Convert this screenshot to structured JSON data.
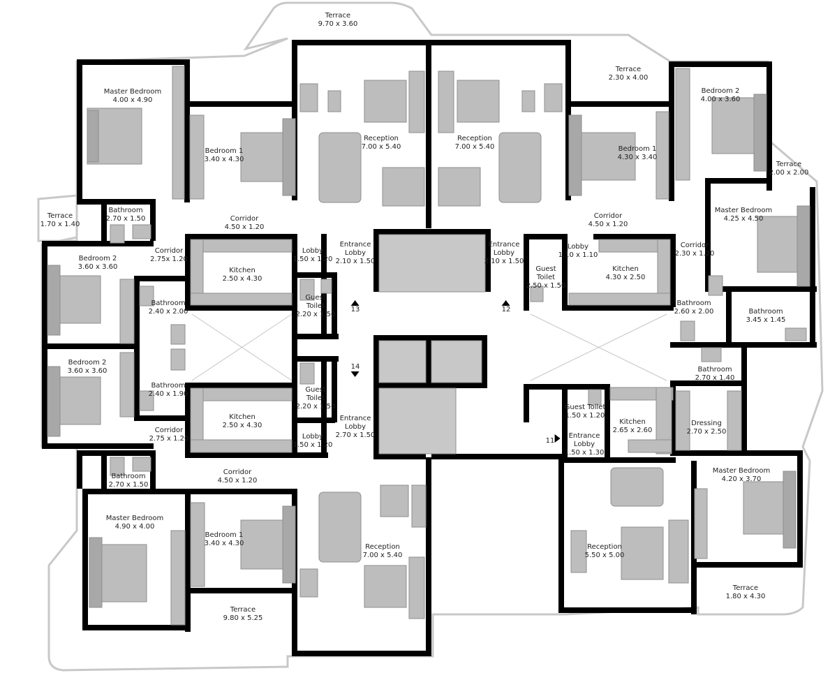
{
  "colors": {
    "wall": "#000000",
    "furniture": "#b9b9b9",
    "furniture_stroke": "#8f8f8f",
    "floor": "#ffffff",
    "outline": "#cfcfcf",
    "glass": "#9a9a9a"
  },
  "rooms": [
    {
      "id": "terrace-top",
      "name": "Terrace",
      "dims": "9.70 x 3.60"
    },
    {
      "id": "master-bedroom-tl",
      "name": "Master Bedroom",
      "dims": "4.00 x 4.90"
    },
    {
      "id": "bedroom1-tl",
      "name": "Bedroom 1",
      "dims": "3.40 x 4.30"
    },
    {
      "id": "reception-tl",
      "name": "Reception",
      "dims": "7.00 x 5.40"
    },
    {
      "id": "reception-tr",
      "name": "Reception",
      "dims": "7.00 x 5.40"
    },
    {
      "id": "terrace-tr-small",
      "name": "Terrace",
      "dims": "2.30 x 4.00"
    },
    {
      "id": "bedroom2-tr",
      "name": "Bedroom 2",
      "dims": "4.00 x 3.60"
    },
    {
      "id": "bedroom1-tr",
      "name": "Bedroom 1",
      "dims": "4.30 x 3.40"
    },
    {
      "id": "terrace-r",
      "name": "Terrace",
      "dims": "2.00 x 2.00"
    },
    {
      "id": "terrace-l",
      "name": "Terrace",
      "dims": "1.70 x 1.40"
    },
    {
      "id": "bathroom-tl",
      "name": "Bathroom",
      "dims": "2.70 x 1.50"
    },
    {
      "id": "corridor-tl",
      "name": "Corridor",
      "dims": "4.50 x 1.20"
    },
    {
      "id": "corridor-tr",
      "name": "Corridor",
      "dims": "4.50 x 1.20"
    },
    {
      "id": "master-bedroom-r",
      "name": "Master Bedroom",
      "dims": "4.25 x 4.50"
    },
    {
      "id": "bedroom2-l1",
      "name": "Bedroom 2",
      "dims": "3.60 x 3.60"
    },
    {
      "id": "corridor-l1",
      "name": "Corridor",
      "dims": "2.75x 1.20"
    },
    {
      "id": "kitchen-tl",
      "name": "Kitchen",
      "dims": "2.50 x 4.30"
    },
    {
      "id": "lobby-tl",
      "name": "Lobby",
      "dims": "1.50 x 1.20"
    },
    {
      "id": "entrance-lobby-13",
      "name": "Entrance\nLobby",
      "dims": "2.10 x 1.50"
    },
    {
      "id": "entrance-lobby-12",
      "name": "Entrance\nLobby",
      "dims": "2.10 x 1.50"
    },
    {
      "id": "lobby-tr",
      "name": "Lobby",
      "dims": "1.10 x 1.10"
    },
    {
      "id": "guest-toilet-tr",
      "name": "Guest\nToilet",
      "dims": "2.50 x 1.50"
    },
    {
      "id": "kitchen-tr",
      "name": "Kitchen",
      "dims": "4.30 x 2.50"
    },
    {
      "id": "corridor-r",
      "name": "Corridor",
      "dims": "2.30 x 1.20"
    },
    {
      "id": "bathroom-l1",
      "name": "Bathroom",
      "dims": "2.40 x 2.00"
    },
    {
      "id": "guest-toilet-tl",
      "name": "Guest\nToilet",
      "dims": "2.20 x 1.50"
    },
    {
      "id": "bathroom-r1",
      "name": "Bathroom",
      "dims": "2.60 x 2.00"
    },
    {
      "id": "bathroom-r2",
      "name": "Bathroom",
      "dims": "3.45 x 1.45"
    },
    {
      "id": "bedroom2-l2",
      "name": "Bedroom 2",
      "dims": "3.60 x 3.60"
    },
    {
      "id": "bathroom-r3",
      "name": "Bathroom",
      "dims": "2.70 x 1.40"
    },
    {
      "id": "bathroom-l2",
      "name": "Bathroom",
      "dims": "2.40 x 1.90"
    },
    {
      "id": "guest-toilet-bl",
      "name": "Guest\nToilet",
      "dims": "2.20 x 1.50"
    },
    {
      "id": "guest-toilet-br",
      "name": "Guest Toilet",
      "dims": "1.50 x 1.20"
    },
    {
      "id": "kitchen-bl",
      "name": "Kitchen",
      "dims": "2.50 x 4.30"
    },
    {
      "id": "entrance-lobby-14",
      "name": "Entrance\nLobby",
      "dims": "2.70 x 1.50"
    },
    {
      "id": "kitchen-br",
      "name": "Kitchen",
      "dims": "2.65 x 2.60"
    },
    {
      "id": "dressing-br",
      "name": "Dressing",
      "dims": "2.70 x 2.50"
    },
    {
      "id": "corridor-l2",
      "name": "Corridor",
      "dims": "2.75 x 1.20"
    },
    {
      "id": "lobby-bl",
      "name": "Lobby",
      "dims": "1.50 x 1.20"
    },
    {
      "id": "entrance-lobby-11",
      "name": "Entrance\nLobby",
      "dims": "1.50 x 1.30"
    },
    {
      "id": "bathroom-bl",
      "name": "Bathroom",
      "dims": "2.70 x 1.50"
    },
    {
      "id": "corridor-bl",
      "name": "Corridor",
      "dims": "4.50 x 1.20"
    },
    {
      "id": "master-bedroom-br",
      "name": "Master Bedroom",
      "dims": "4.20 x 3.70"
    },
    {
      "id": "master-bedroom-bl",
      "name": "Master Bedroom",
      "dims": "4.90 x 4.00"
    },
    {
      "id": "bedroom1-bl",
      "name": "Bedroom 1",
      "dims": "3.40 x 4.30"
    },
    {
      "id": "reception-bl",
      "name": "Reception",
      "dims": "7.00 x 5.40"
    },
    {
      "id": "reception-br",
      "name": "Reception",
      "dims": "5.50 x 5.00"
    },
    {
      "id": "terrace-bl",
      "name": "Terrace",
      "dims": "9.80 x 5.25"
    },
    {
      "id": "terrace-br",
      "name": "Terrace",
      "dims": "1.80 x 4.30"
    }
  ],
  "unit_markers": [
    {
      "id": "13",
      "label": "13",
      "dir": "up"
    },
    {
      "id": "12",
      "label": "12",
      "dir": "up"
    },
    {
      "id": "14",
      "label": "14",
      "dir": "down"
    },
    {
      "id": "11",
      "label": "11",
      "dir": "right"
    }
  ]
}
